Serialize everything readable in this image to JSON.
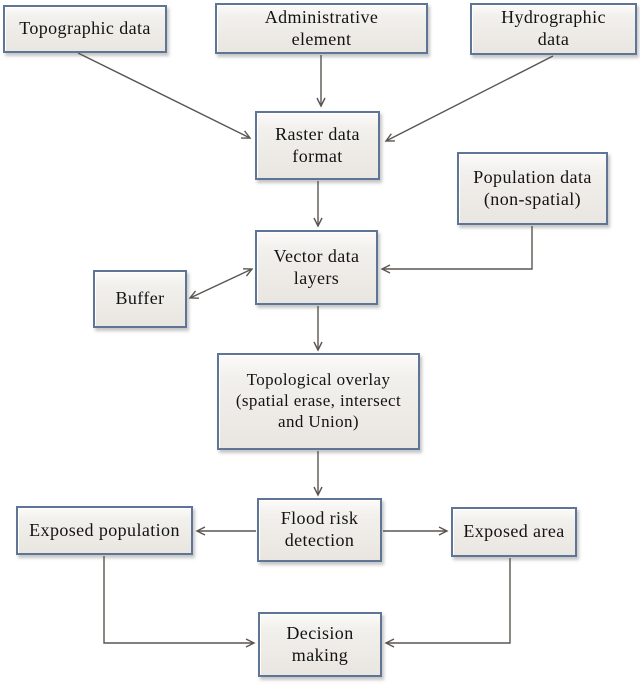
{
  "diagram": {
    "type": "flowchart",
    "nodes": {
      "topographic": {
        "label": "Topographic data"
      },
      "administrative": {
        "label": "Administrative\nelement"
      },
      "hydrographic": {
        "label": "Hydrographic\ndata"
      },
      "raster": {
        "label": "Raster data\nformat"
      },
      "population": {
        "label": "Population data\n(non-spatial)"
      },
      "vector": {
        "label": "Vector data\nlayers"
      },
      "buffer": {
        "label": "Buffer"
      },
      "topological": {
        "label": "Topological overlay\n(spatial erase, intersect\nand Union)"
      },
      "flood_risk": {
        "label": "Flood risk\ndetection"
      },
      "exposed_population": {
        "label": "Exposed population"
      },
      "exposed_area": {
        "label": "Exposed area"
      },
      "decision": {
        "label": "Decision\nmaking"
      }
    },
    "edges": [
      {
        "from": "topographic",
        "to": "raster",
        "style": "arrow"
      },
      {
        "from": "administrative",
        "to": "raster",
        "style": "arrow"
      },
      {
        "from": "hydrographic",
        "to": "raster",
        "style": "arrow"
      },
      {
        "from": "raster",
        "to": "vector",
        "style": "arrow"
      },
      {
        "from": "population",
        "to": "vector",
        "style": "arrow"
      },
      {
        "from": "buffer",
        "to": "vector",
        "style": "double-arrow"
      },
      {
        "from": "vector",
        "to": "topological",
        "style": "arrow"
      },
      {
        "from": "topological",
        "to": "flood_risk",
        "style": "arrow"
      },
      {
        "from": "flood_risk",
        "to": "exposed_population",
        "style": "arrow"
      },
      {
        "from": "flood_risk",
        "to": "exposed_area",
        "style": "arrow"
      },
      {
        "from": "exposed_population",
        "to": "decision",
        "style": "arrow"
      },
      {
        "from": "exposed_area",
        "to": "decision",
        "style": "arrow"
      }
    ],
    "colors": {
      "box_border": "#5f7596",
      "box_fill": "#edeae5",
      "connector_line": "#5a5550",
      "text": "#131313",
      "background": "#ffffff"
    }
  }
}
